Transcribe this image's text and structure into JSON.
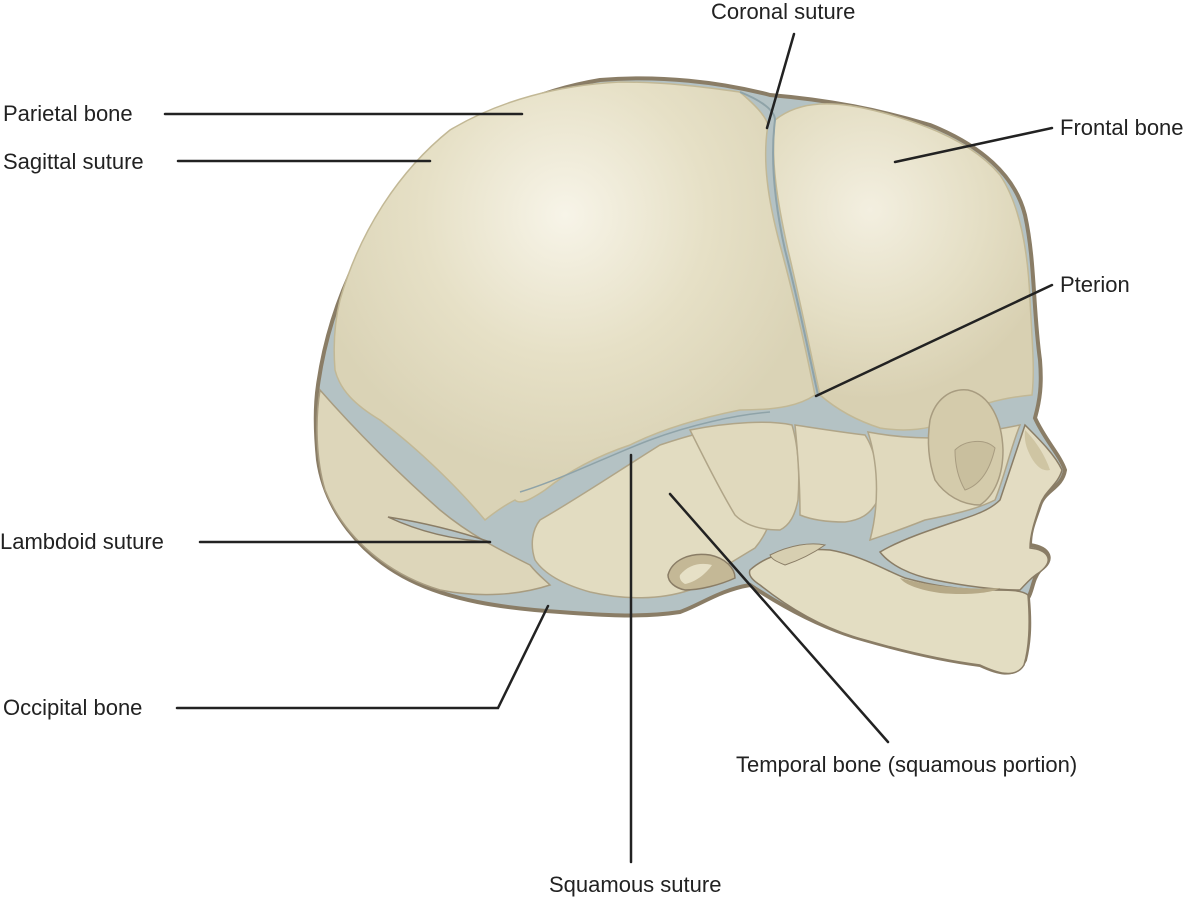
{
  "colors": {
    "bone": "#e3ddc2",
    "bone_light": "#f1ecdc",
    "bone_shadow": "#d2c9a8",
    "outline": "#8a7d66",
    "suture": "#b4c2c4",
    "suture_edge": "#8fa3a8",
    "leader": "#222222",
    "text": "#222222"
  },
  "labels": {
    "coronal_suture": "Coronal suture",
    "parietal_bone": "Parietal bone",
    "sagittal_suture": "Sagittal suture",
    "frontal_bone": "Frontal bone",
    "pterion": "Pterion",
    "lambdoid_suture": "Lambdoid suture",
    "occipital_bone": "Occipital bone",
    "temporal_bone": "Temporal bone (squamous portion)",
    "squamous_suture": "Squamous suture"
  }
}
